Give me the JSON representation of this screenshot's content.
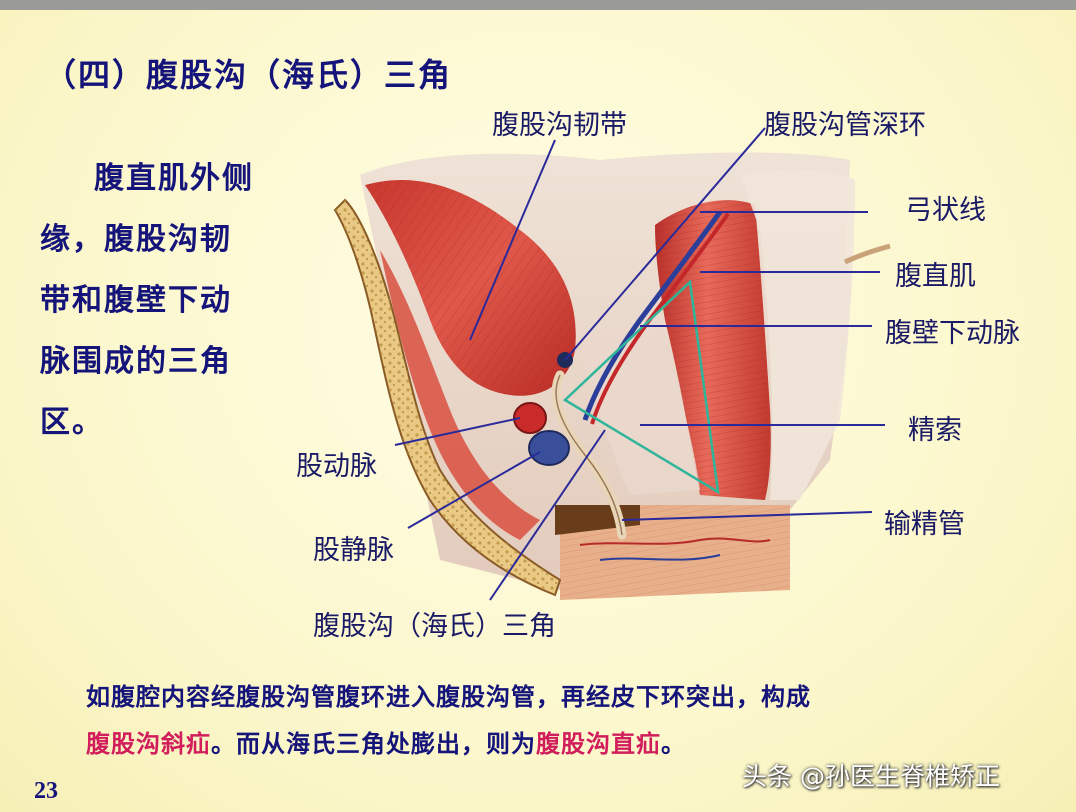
{
  "slide": {
    "title": "（四）腹股沟（海氏）三角",
    "description_lines": [
      "腹直肌外侧",
      "缘，腹股沟韧",
      "带和腹壁下动",
      "脉围成的三角",
      "区。"
    ],
    "labels": {
      "inguinal_ligament": "腹股沟韧带",
      "deep_inguinal_ring": "腹股沟管深环",
      "arcuate_line": "弓状线",
      "rectus_abdominis": "腹直肌",
      "inferior_epigastric_artery": "腹壁下动脉",
      "spermatic_cord": "精索",
      "vas_deferens": "输精管",
      "femoral_artery": "股动脉",
      "femoral_vein": "股静脉",
      "hesselbach_triangle": "腹股沟（海氏）三角"
    },
    "bottom_text": {
      "line1": "如腹腔内容经腹股沟管腹环进入腹股沟管，再经皮下环突出，构成",
      "indirect_hernia": "腹股沟斜疝",
      "middle": "。而从海氏三角处膨出，则为",
      "direct_hernia": "腹股沟直疝",
      "end": "。"
    },
    "page_number": "23",
    "watermark": "头条 @孙医生脊椎矫正"
  },
  "colors": {
    "title_text": "#14147a",
    "highlight": "#d21d5c",
    "triangle_outline": "#2fb59a",
    "leader_lines": "#2a2a9a",
    "background": "#fdf9d2"
  }
}
